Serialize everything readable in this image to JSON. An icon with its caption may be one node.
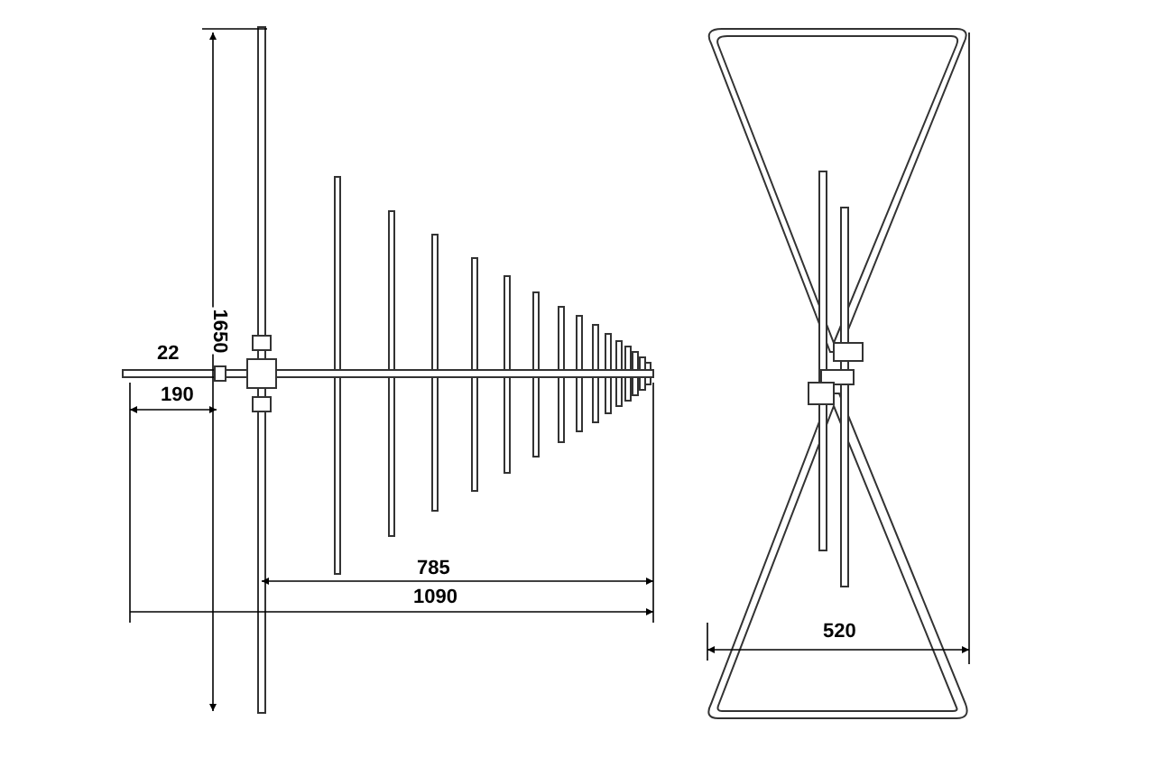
{
  "diagram": {
    "labels": [
      "1650",
      "22",
      "190",
      "785",
      "1090",
      "520"
    ]
  }
}
